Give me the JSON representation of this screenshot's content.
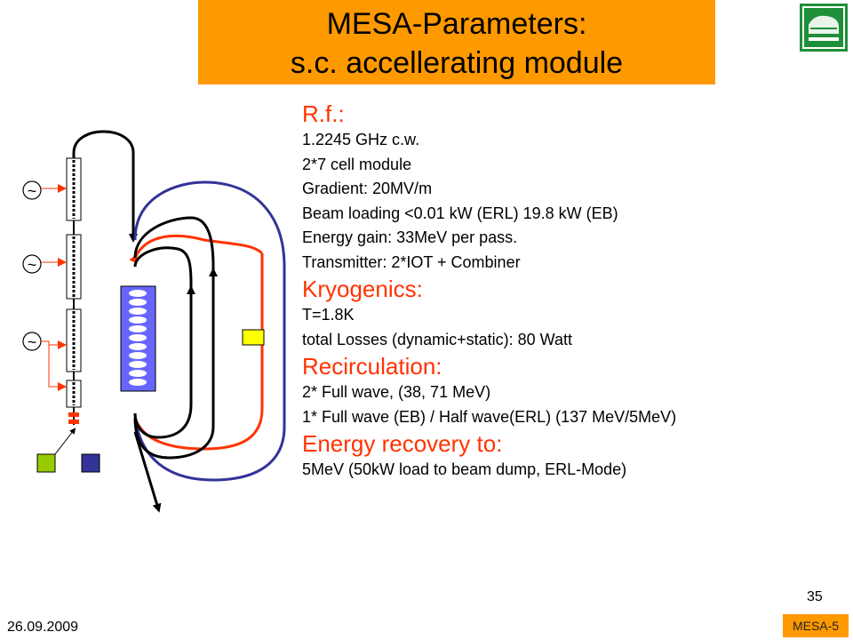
{
  "title": {
    "line1": "MESA-Parameters:",
    "line2": "s.c. accellerating module"
  },
  "logo": {
    "icon": "mami-logo-icon",
    "color": "#1f8f3a"
  },
  "diagram": {
    "source_symbol": "~",
    "colors": {
      "loop_blue": "#333399",
      "loop_red": "#ff3300",
      "cavity_blue": "#6666ff",
      "box_green": "#99cc00",
      "box_navy": "#333399",
      "box_yellow": "#ffff00"
    }
  },
  "rf": {
    "heading": "R.f.:",
    "lines": [
      "1.2245 GHz c.w.",
      "2*7 cell module",
      "Gradient: 20MV/m",
      "Beam loading <0.01 kW (ERL) 19.8 kW (EB)",
      "Energy gain: 33MeV per pass.",
      "Transmitter: 2*IOT + Combiner"
    ]
  },
  "kryo": {
    "heading": "Kryogenics:",
    "lines": [
      "T=1.8K",
      "total Losses (dynamic+static):  80 Watt"
    ]
  },
  "recirc": {
    "heading": "Recirculation:",
    "lines": [
      "2* Full wave, (38, 71 MeV)",
      "1* Full wave (EB) / Half wave(ERL) (137 MeV/5MeV)"
    ]
  },
  "energy": {
    "heading": "Energy recovery to:",
    "lines": [
      "5MeV (50kW load to beam dump, ERL-Mode)"
    ]
  },
  "footer": {
    "page_number": "35",
    "date": "26.09.2009",
    "tag": "MESA-5"
  },
  "colors": {
    "accent_orange": "#ff9900",
    "heading_red": "#ff3300"
  }
}
